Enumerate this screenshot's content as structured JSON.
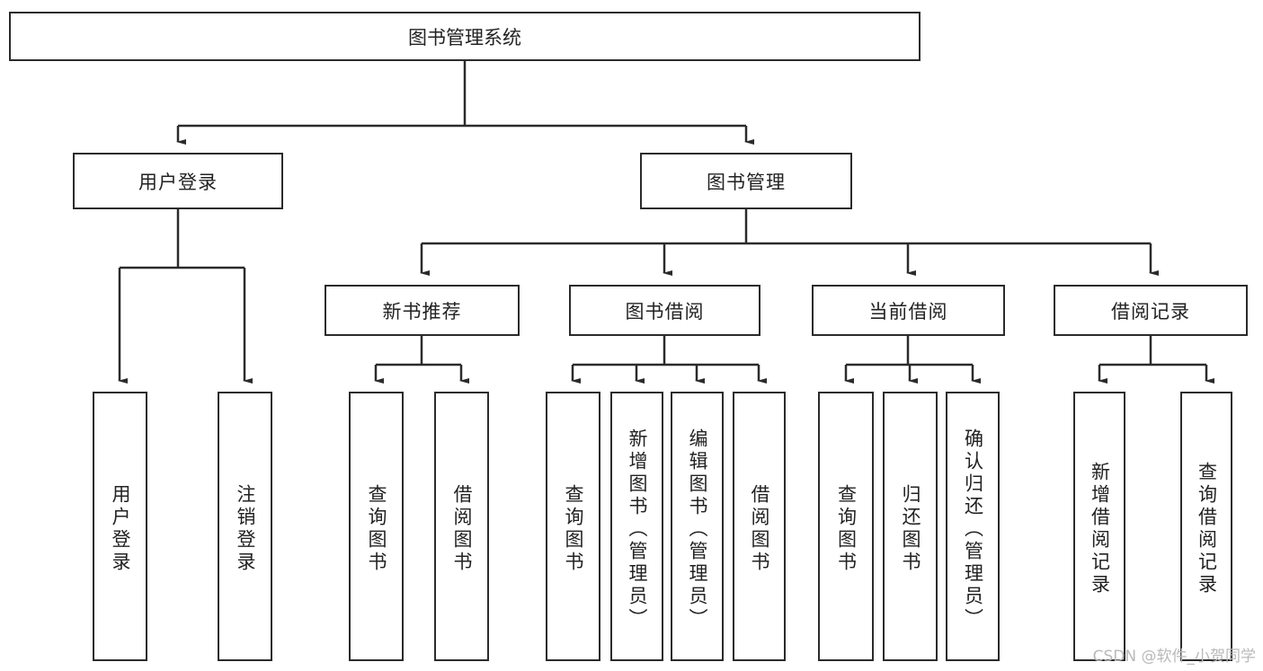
{
  "diagram": {
    "type": "tree-hierarchy",
    "title": "图书管理系统",
    "root": {
      "label": "图书管理系统"
    },
    "level2": [
      {
        "id": "user-login",
        "label": "用户登录"
      },
      {
        "id": "book-management",
        "label": "图书管理"
      }
    ],
    "level3": [
      {
        "id": "new-book-recommend",
        "label": "新书推荐"
      },
      {
        "id": "book-borrow",
        "label": "图书借阅"
      },
      {
        "id": "current-borrow",
        "label": "当前借阅"
      },
      {
        "id": "borrow-record",
        "label": "借阅记录"
      }
    ],
    "leaves": {
      "user_login": [
        {
          "id": "leaf-user-login",
          "label": "用户登录"
        },
        {
          "id": "leaf-logout-login",
          "label": "注销登录"
        }
      ],
      "new_book_recommend": [
        {
          "id": "leaf-query-book-1",
          "label": "查询图书"
        },
        {
          "id": "leaf-borrow-book-1",
          "label": "借阅图书"
        }
      ],
      "book_borrow": [
        {
          "id": "leaf-query-book-2",
          "label": "查询图书"
        },
        {
          "id": "leaf-add-book",
          "label": "新增图书（管理员）"
        },
        {
          "id": "leaf-edit-book",
          "label": "编辑图书（管理员）"
        },
        {
          "id": "leaf-borrow-book-2",
          "label": "借阅图书"
        }
      ],
      "current_borrow": [
        {
          "id": "leaf-query-book-3",
          "label": "查询图书"
        },
        {
          "id": "leaf-return-book",
          "label": "归还图书"
        },
        {
          "id": "leaf-confirm-return",
          "label": "确认归还（管理员）"
        }
      ],
      "borrow_record": [
        {
          "id": "leaf-add-borrow-record",
          "label": "新增借阅记录"
        },
        {
          "id": "leaf-query-borrow-record",
          "label": "查询借阅记录"
        }
      ]
    }
  },
  "watermark": {
    "text": "CSDN @软件_小贺同学"
  },
  "colors": {
    "stroke": "#2b2b2b",
    "background": "#ffffff",
    "text": "#222222",
    "watermark": "#b9b9b9"
  }
}
